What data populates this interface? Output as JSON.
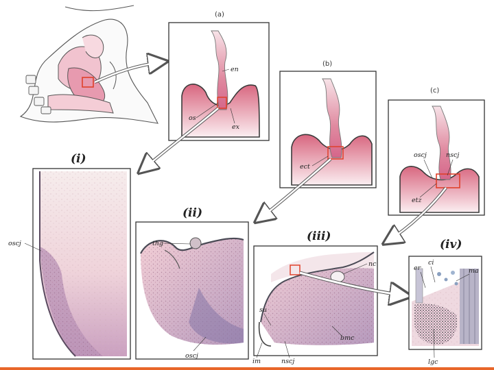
{
  "colors": {
    "accent": "#e8662a",
    "epithelium_pink": "#d9738c",
    "tissue_light": "#f3d6dd",
    "outline": "#3a3a3a",
    "highlight_box": "#e0402a"
  },
  "panels": {
    "a": {
      "letter": "(a)",
      "labels": {
        "en": "en",
        "os": "os",
        "ex": "ex"
      }
    },
    "b": {
      "letter": "(b)",
      "labels": {
        "ect": "ect"
      }
    },
    "c": {
      "letter": "(c)",
      "labels": {
        "oscj": "oscj",
        "nscj": "nscj",
        "etz": "etz"
      }
    },
    "i": {
      "numeral": "(i)",
      "labels": {
        "oscj": "oscj"
      }
    },
    "ii": {
      "numeral": "(ii)",
      "labels": {
        "thg": "thg",
        "oscj": "oscj"
      }
    },
    "iii": {
      "numeral": "(iii)",
      "labels": {
        "nc": "nc",
        "su": "su",
        "bmc": "bmc",
        "im": "im",
        "nscj": "nscj"
      }
    },
    "iv": {
      "numeral": "(iv)",
      "labels": {
        "er": "er",
        "ci": "ci",
        "ma": "ma",
        "lgc": "lgc"
      }
    }
  },
  "icons": [
    "anatomy-illustration",
    "cervix-diagram",
    "histology-micrograph",
    "callout-arrow",
    "highlight-box"
  ]
}
